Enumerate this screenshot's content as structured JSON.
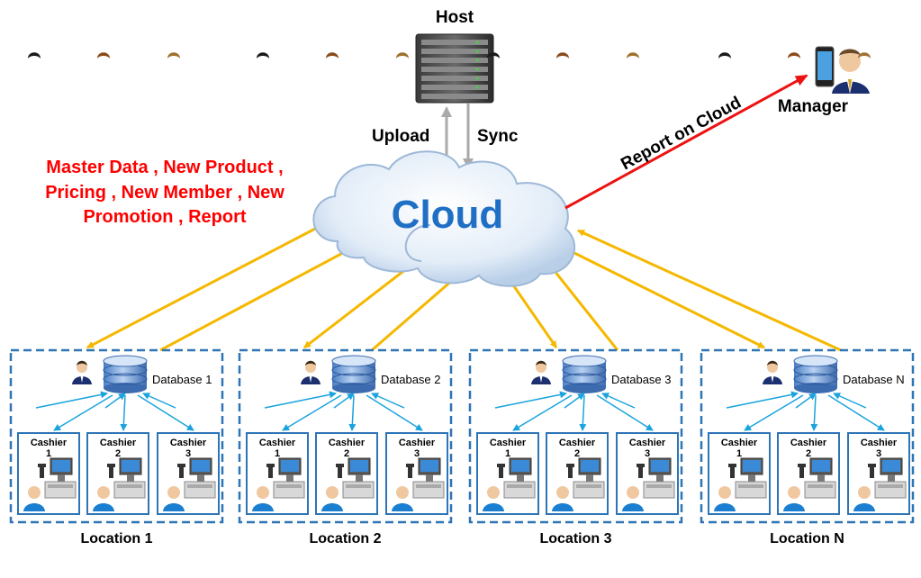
{
  "host": {
    "label": "Host"
  },
  "manager": {
    "label": "Manager"
  },
  "cloud": {
    "label": "Cloud"
  },
  "links": {
    "upload": "Upload",
    "sync": "Sync",
    "report": "Report on Cloud"
  },
  "data_types": [
    "Master Data , New Product ,",
    "Pricing , New Member , New",
    "Promotion , Report"
  ],
  "locations": [
    {
      "name": "Location 1",
      "database": "Database 1",
      "cashiers": [
        {
          "label": "Cashier",
          "num": "1"
        },
        {
          "label": "Cashier",
          "num": "2"
        },
        {
          "label": "Cashier",
          "num": "3"
        }
      ]
    },
    {
      "name": "Location 2",
      "database": "Database 2",
      "cashiers": [
        {
          "label": "Cashier",
          "num": "1"
        },
        {
          "label": "Cashier",
          "num": "2"
        },
        {
          "label": "Cashier",
          "num": "3"
        }
      ]
    },
    {
      "name": "Location 3",
      "database": "Database 3",
      "cashiers": [
        {
          "label": "Cashier",
          "num": "1"
        },
        {
          "label": "Cashier",
          "num": "2"
        },
        {
          "label": "Cashier",
          "num": "3"
        }
      ]
    },
    {
      "name": "Location N",
      "database": "Database N",
      "cashiers": [
        {
          "label": "Cashier",
          "num": "1"
        },
        {
          "label": "Cashier",
          "num": "2"
        },
        {
          "label": "Cashier",
          "num": "3"
        }
      ]
    }
  ],
  "colors": {
    "cloud_text": "#1f6fc5",
    "data_text": "#ff0000",
    "report_arrow": "#ee1111",
    "sync_arrow": "#f5b800",
    "host_arrow": "#aaaaaa",
    "local_arrow": "#1aa3dd",
    "box_border": "#2e75b6"
  }
}
